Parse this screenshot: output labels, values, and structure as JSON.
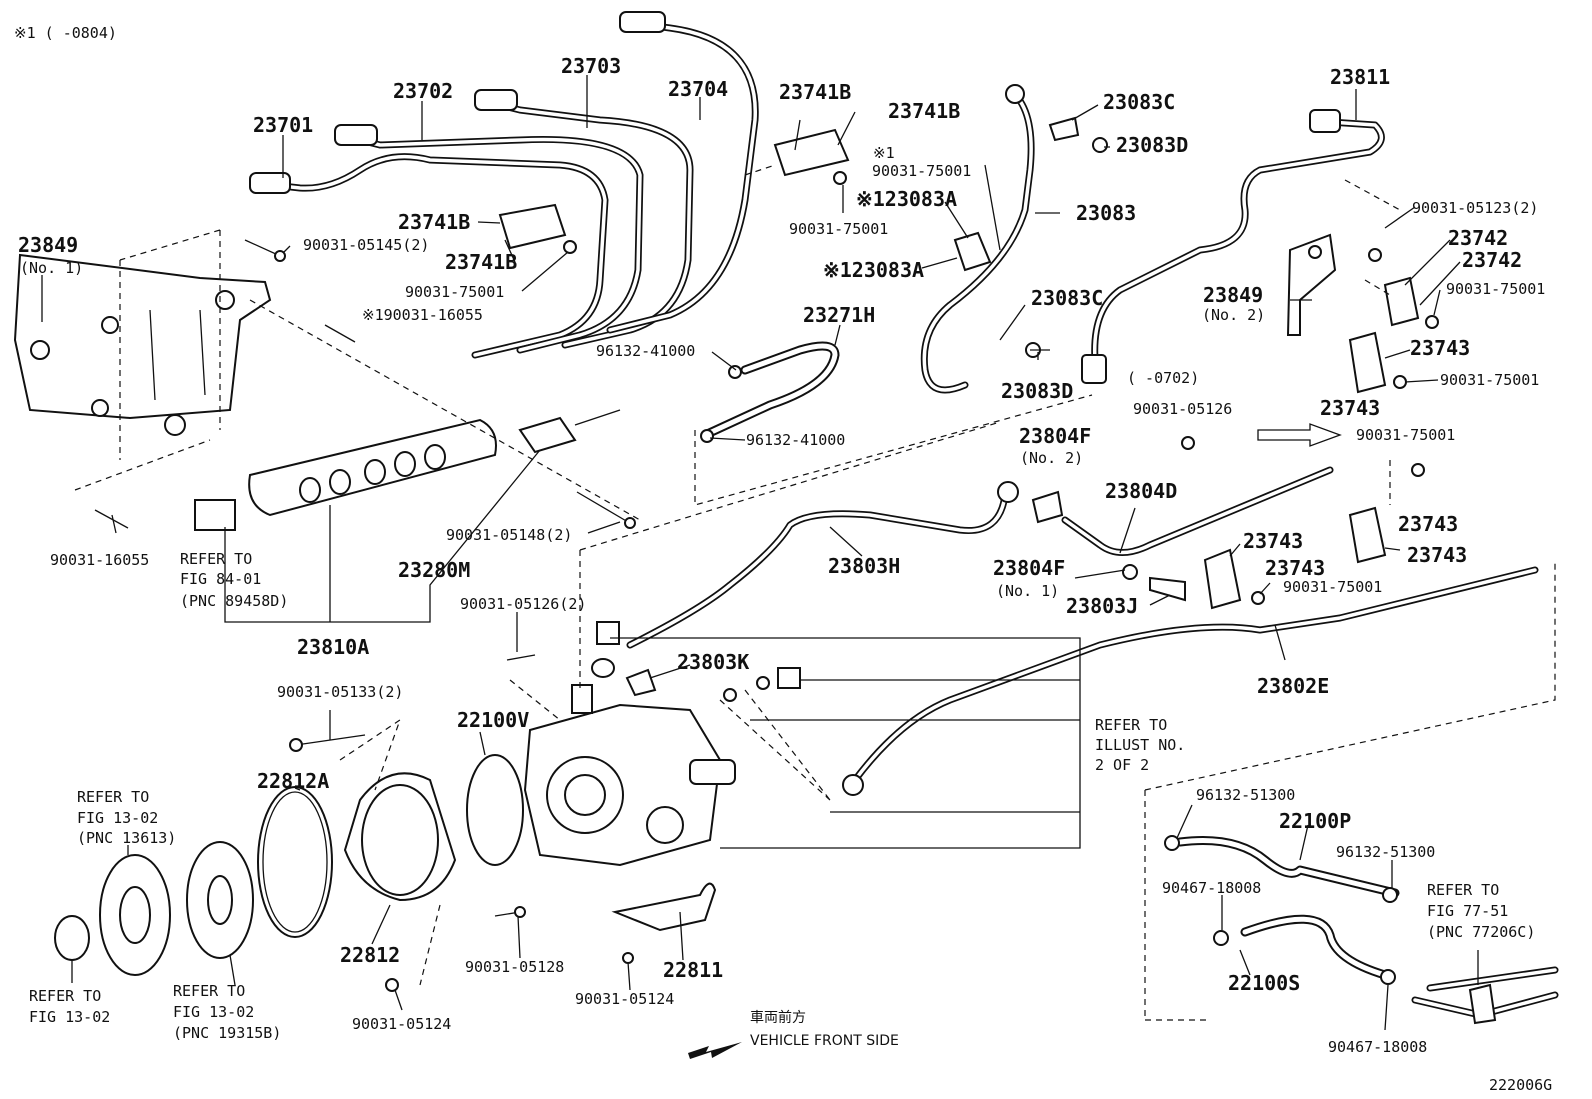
{
  "header": {
    "note": "※1 (      -0804)"
  },
  "diagram_id": "222006G",
  "direction": {
    "jp": "車両前方",
    "en": "VEHICLE FRONT SIDE"
  },
  "labels": [
    {
      "id": "l1",
      "text": "23701",
      "big": true
    },
    {
      "id": "l2",
      "text": "23702",
      "big": true
    },
    {
      "id": "l3",
      "text": "23703",
      "big": true
    },
    {
      "id": "l4",
      "text": "23704",
      "big": true
    },
    {
      "id": "l5",
      "text": "23849",
      "big": true
    },
    {
      "id": "l6",
      "text": "(No. 1)",
      "big": false
    },
    {
      "id": "l7",
      "text": "90031-05145(2)",
      "big": false
    },
    {
      "id": "l8",
      "text": "23741B",
      "big": true
    },
    {
      "id": "l9",
      "text": "23741B",
      "big": true
    },
    {
      "id": "l10",
      "text": "90031-75001",
      "big": false
    },
    {
      "id": "l11",
      "text": "※190031-16055",
      "big": false
    },
    {
      "id": "l12",
      "text": "23741B",
      "big": true
    },
    {
      "id": "l13",
      "text": "23741B",
      "big": true
    },
    {
      "id": "l14",
      "text": "※1",
      "big": false
    },
    {
      "id": "l15",
      "text": "90031-75001",
      "big": false
    },
    {
      "id": "l16",
      "text": "※123083A",
      "big": true
    },
    {
      "id": "l17",
      "text": "90031-75001",
      "big": false
    },
    {
      "id": "l18",
      "text": "※123083A",
      "big": true
    },
    {
      "id": "l19",
      "text": "23083C",
      "big": true
    },
    {
      "id": "l20",
      "text": "23083D",
      "big": true
    },
    {
      "id": "l21",
      "text": "23083",
      "big": true
    },
    {
      "id": "l22",
      "text": "23083C",
      "big": true
    },
    {
      "id": "l23",
      "text": "23083D",
      "big": true
    },
    {
      "id": "l24",
      "text": "23271H",
      "big": true
    },
    {
      "id": "l25",
      "text": "96132-41000",
      "big": false
    },
    {
      "id": "l26",
      "text": "96132-41000",
      "big": false
    },
    {
      "id": "l27",
      "text": "23811",
      "big": true
    },
    {
      "id": "l28",
      "text": "90031-05123(2)",
      "big": false
    },
    {
      "id": "l29",
      "text": "23742",
      "big": true
    },
    {
      "id": "l30",
      "text": "23742",
      "big": true
    },
    {
      "id": "l31",
      "text": "23849",
      "big": true
    },
    {
      "id": "l32",
      "text": "(No. 2)",
      "big": false
    },
    {
      "id": "l33",
      "text": "90031-75001",
      "big": false
    },
    {
      "id": "l34",
      "text": "23743",
      "big": true
    },
    {
      "id": "l35",
      "text": "90031-75001",
      "big": false
    },
    {
      "id": "l36",
      "text": "23743",
      "big": true
    },
    {
      "id": "l37",
      "text": "(      -0702)",
      "big": false
    },
    {
      "id": "l38",
      "text": "90031-05126",
      "big": false
    },
    {
      "id": "l39",
      "text": "90031-75001",
      "big": false
    },
    {
      "id": "l40",
      "text": "23804F",
      "big": true
    },
    {
      "id": "l41",
      "text": "(No. 2)",
      "big": false
    },
    {
      "id": "l42",
      "text": "23804D",
      "big": true
    },
    {
      "id": "l43",
      "text": "23743",
      "big": true
    },
    {
      "id": "l44",
      "text": "23743",
      "big": true
    },
    {
      "id": "l45",
      "text": "23743",
      "big": true
    },
    {
      "id": "l46",
      "text": "23743",
      "big": true
    },
    {
      "id": "l47",
      "text": "90031-75001",
      "big": false
    },
    {
      "id": "l48",
      "text": "23804F",
      "big": true
    },
    {
      "id": "l49",
      "text": "(No. 1)",
      "big": false
    },
    {
      "id": "l50",
      "text": "23803J",
      "big": true
    },
    {
      "id": "l51",
      "text": "23803H",
      "big": true
    },
    {
      "id": "l52",
      "text": "90031-05148(2)",
      "big": false
    },
    {
      "id": "l53",
      "text": "23280M",
      "big": true
    },
    {
      "id": "l54",
      "text": "90031-16055",
      "big": false
    },
    {
      "id": "l55",
      "text": "REFER TO",
      "big": false
    },
    {
      "id": "l56",
      "text": "FIG 84-01",
      "big": false
    },
    {
      "id": "l57",
      "text": "(PNC 89458D)",
      "big": false
    },
    {
      "id": "l58",
      "text": "23810A",
      "big": true
    },
    {
      "id": "l59",
      "text": "90031-05126(2)",
      "big": false
    },
    {
      "id": "l60",
      "text": "23803K",
      "big": true
    },
    {
      "id": "l61",
      "text": "23802E",
      "big": true
    },
    {
      "id": "l62",
      "text": "90031-05133(2)",
      "big": false
    },
    {
      "id": "l63",
      "text": "22100V",
      "big": true
    },
    {
      "id": "l64",
      "text": "REFER TO",
      "big": false
    },
    {
      "id": "l65",
      "text": "ILLUST NO.",
      "big": false
    },
    {
      "id": "l66",
      "text": "2 OF 2",
      "big": false
    },
    {
      "id": "l67",
      "text": "22812A",
      "big": true
    },
    {
      "id": "l68",
      "text": "REFER TO",
      "big": false
    },
    {
      "id": "l69",
      "text": "FIG 13-02",
      "big": false
    },
    {
      "id": "l70",
      "text": "(PNC 13613)",
      "big": false
    },
    {
      "id": "l71",
      "text": "96132-51300",
      "big": false
    },
    {
      "id": "l72",
      "text": "22100P",
      "big": true
    },
    {
      "id": "l73",
      "text": "96132-51300",
      "big": false
    },
    {
      "id": "l74",
      "text": "90467-18008",
      "big": false
    },
    {
      "id": "l75",
      "text": "REFER TO",
      "big": false
    },
    {
      "id": "l76",
      "text": "FIG 77-51",
      "big": false
    },
    {
      "id": "l77",
      "text": "(PNC 77206C)",
      "big": false
    },
    {
      "id": "l78",
      "text": "22812",
      "big": true
    },
    {
      "id": "l79",
      "text": "90031-05128",
      "big": false
    },
    {
      "id": "l80",
      "text": "22811",
      "big": true
    },
    {
      "id": "l81",
      "text": "22100S",
      "big": true
    },
    {
      "id": "l82",
      "text": "REFER TO",
      "big": false
    },
    {
      "id": "l83",
      "text": "FIG 13-02",
      "big": false
    },
    {
      "id": "l84",
      "text": "REFER TO",
      "big": false
    },
    {
      "id": "l85",
      "text": "FIG 13-02",
      "big": false
    },
    {
      "id": "l86",
      "text": "(PNC 19315B)",
      "big": false
    },
    {
      "id": "l87",
      "text": "90031-05124",
      "big": false
    },
    {
      "id": "l88",
      "text": "90031-05124",
      "big": false
    },
    {
      "id": "l89",
      "text": "90467-18008",
      "big": false
    }
  ]
}
